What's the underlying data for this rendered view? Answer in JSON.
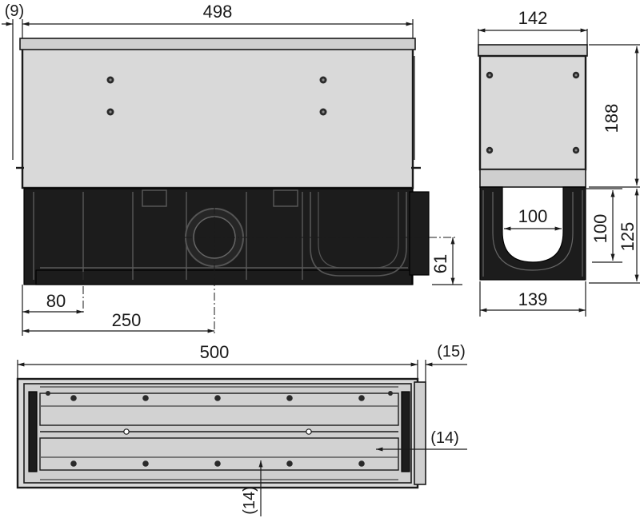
{
  "drawing": {
    "front_view": {
      "dims": {
        "overhang": "(9)",
        "length": "498",
        "offset_a": "80",
        "offset_b": "250",
        "outlet_height": "61"
      }
    },
    "side_view": {
      "dims": {
        "top_width": "142",
        "total_height": "188",
        "channel_height": "125",
        "inner_height": "100",
        "inner_width": "100",
        "bottom_width": "139"
      }
    },
    "top_view": {
      "dims": {
        "total_length": "500",
        "end_overhang": "(15)",
        "side_gap": "(14)",
        "bottom_gap": "(14)"
      }
    }
  }
}
